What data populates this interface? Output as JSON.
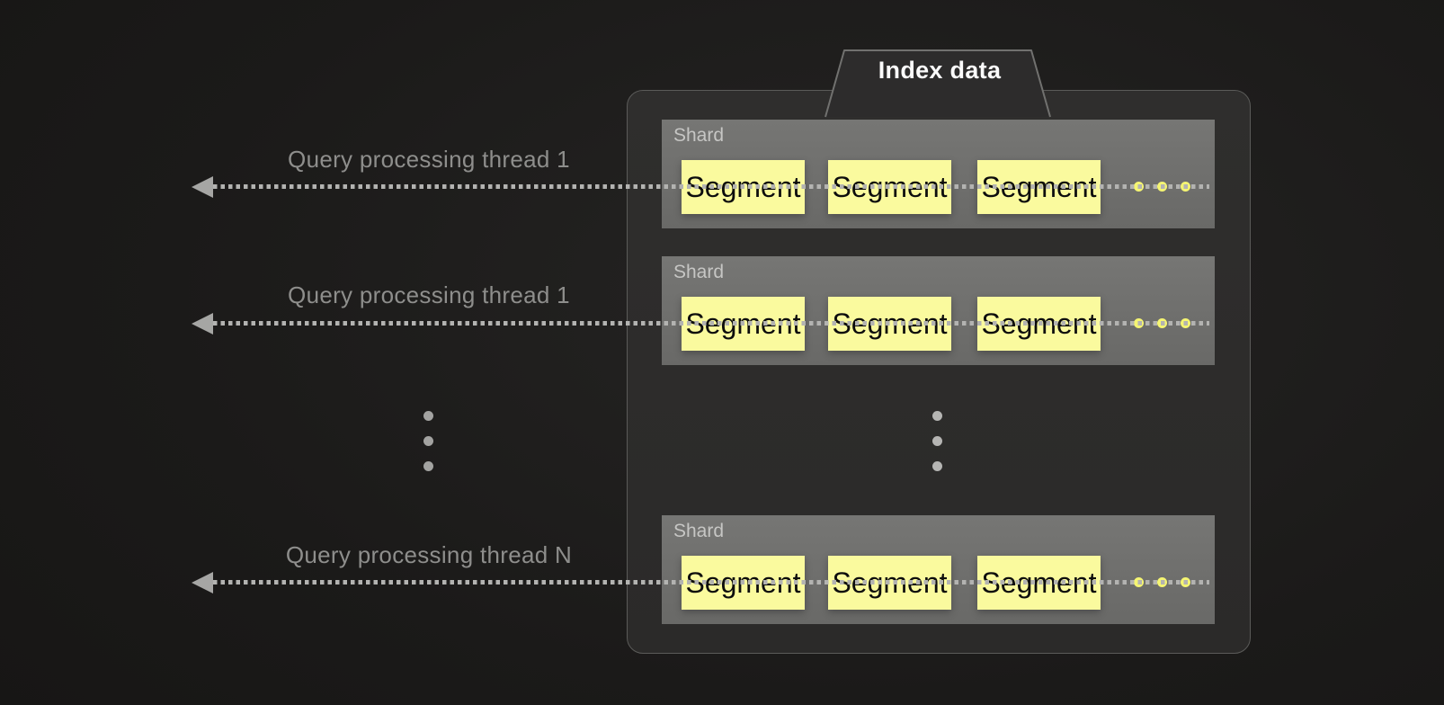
{
  "title_tab": {
    "label": "Index data"
  },
  "arrows": [
    {
      "label": "Query processing thread 1"
    },
    {
      "label": "Query processing thread 1"
    },
    {
      "label": "Query processing thread N"
    }
  ],
  "shards": {
    "label": "Shard",
    "segment_label": "Segment",
    "count_shown": 3,
    "segments_shown_per_shard": 3
  },
  "icons": {
    "arrowhead": "left-arrow-icon",
    "segment_overflow": "horizontal-ellipsis-dots-icon",
    "more_rows": "vertical-ellipsis-dots-icon"
  },
  "colors": {
    "background": "#1b1a19",
    "container_fill": "#2d2c2b",
    "container_border": "#5b5b59",
    "shard_fill": "#6e6e6c",
    "segment_fill": "#fafa9e",
    "segment_text": "#0d0d0d",
    "yellow_dot": "#f5f572",
    "arrow_grey": "#b3b3b1",
    "query_text": "#8e8e8c",
    "tab_text": "#fbfbfb"
  }
}
